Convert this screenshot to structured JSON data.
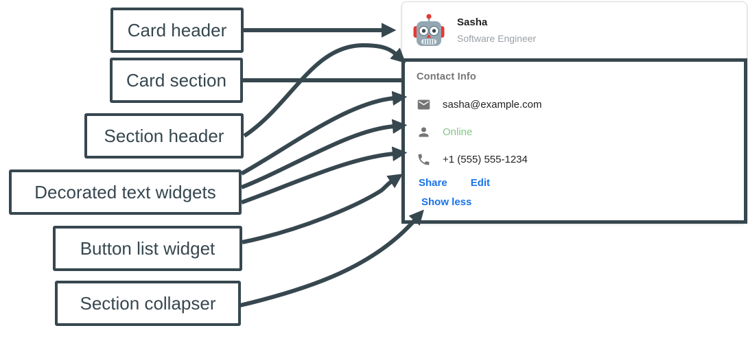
{
  "annotations": {
    "arrow_color": "#37474F",
    "labels": [
      {
        "text": "Card header"
      },
      {
        "text": "Card section"
      },
      {
        "text": "Section header"
      },
      {
        "text": "Decorated text widgets"
      },
      {
        "text": "Button list widget"
      },
      {
        "text": "Section collapser"
      }
    ]
  },
  "card": {
    "header": {
      "avatar_icon": "robot-avatar-icon",
      "name": "Sasha",
      "subtitle": "Software Engineer"
    },
    "section": {
      "title": "Contact Info",
      "rows": [
        {
          "icon": "email-icon",
          "text": "sasha@example.com",
          "text_color": "#202124"
        },
        {
          "icon": "person-icon",
          "text": "Online",
          "text_color": "#81C784"
        },
        {
          "icon": "phone-icon",
          "text": "+1 (555) 555-1234",
          "text_color": "#202124"
        }
      ],
      "buttons": [
        {
          "label": "Share"
        },
        {
          "label": "Edit"
        }
      ],
      "collapser_label": "Show less",
      "link_color": "#1A73E8",
      "icon_color": "#757575",
      "online_color": "#81C784"
    }
  }
}
